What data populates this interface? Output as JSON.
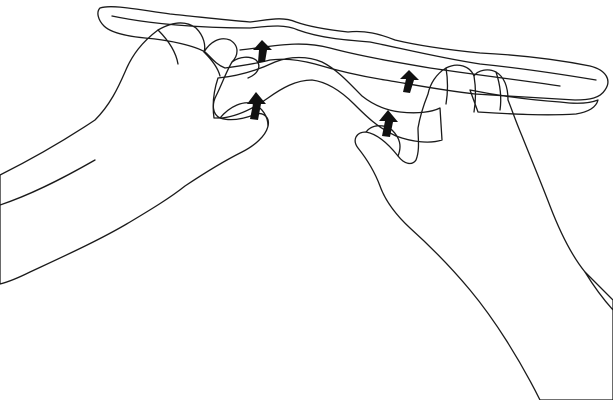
{
  "illustration": {
    "subject": "",
    "colors": {
      "outline": "#1a1a1a",
      "pad_fill": "#e3e3e3",
      "underlayer_fill": "#a4a4a4",
      "arrow_fill": "#111111",
      "background": "#ffffff"
    },
    "arrows": [
      {
        "id": "arrow-top-left",
        "direction": "up"
      },
      {
        "id": "arrow-top-right",
        "direction": "up"
      },
      {
        "id": "arrow-lower-left",
        "direction": "up"
      },
      {
        "id": "arrow-lower-right",
        "direction": "up"
      }
    ]
  }
}
